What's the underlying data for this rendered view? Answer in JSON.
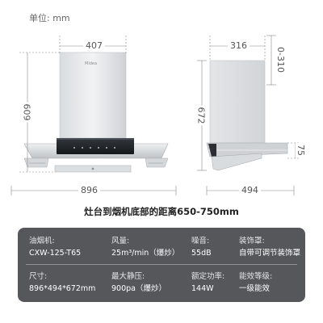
{
  "unit_label": "单位: mm",
  "dimensions": {
    "front_top_width": "407",
    "front_height": "609",
    "front_bottom_width": "896",
    "side_total_height": "672",
    "side_top_depth": "316",
    "side_offset_range": "0-310",
    "side_bottom_depth": "494",
    "side_base_height": "75"
  },
  "caption": "灶台到烟机底部的距离650-750mm",
  "specs": [
    {
      "label": "油烟机:",
      "value": "CXW-125-T65"
    },
    {
      "label": "风量:",
      "value": "25m³/min（爆炒）"
    },
    {
      "label": "噪音:",
      "value": "55dB"
    },
    {
      "label": "装饰罩:",
      "value": "自带可调节装饰罩"
    },
    {
      "label": "尺寸:",
      "value": "896*494*672mm"
    },
    {
      "label": "最大静压:",
      "value": "900pa（爆炒）"
    },
    {
      "label": "额定功率:",
      "value": "144W"
    },
    {
      "label": "能效等级:",
      "value": "一级能效"
    }
  ],
  "product_brand": "Midea",
  "colors": {
    "steel_light": "#e6e8ea",
    "steel_mid": "#c7cacd",
    "steel_dark": "#9ea2a6",
    "glass": "#1f2226",
    "panel": "#55575b",
    "dim_line": "#888888"
  }
}
